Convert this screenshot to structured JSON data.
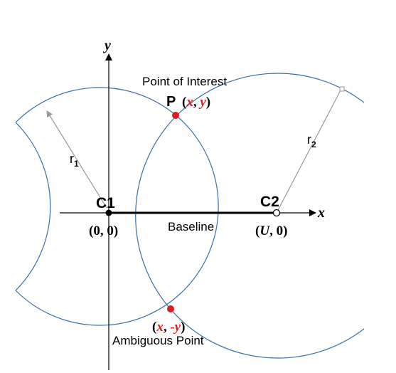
{
  "labels": {
    "y_axis": "y",
    "x_axis": "x",
    "point_of_interest_caption": "Point of Interest",
    "p_label": "P",
    "p_open": "(",
    "p_x": "x",
    "p_comma": ", ",
    "p_y": "y",
    "p_close": ")",
    "r1": "r",
    "r1_sub": "1",
    "r2": "r",
    "r2_sub": "2",
    "c1": "C1",
    "c2": "C2",
    "c1_coords": "(0, 0)",
    "c2_open": "(",
    "c2_u": "U",
    "c2_rest": ", 0)",
    "baseline": "Baseline",
    "amb_open": "(",
    "amb_x": "x",
    "amb_comma": ", ",
    "amb_y": "-y",
    "amb_close": ")",
    "ambiguous_caption": "Ambiguous Point"
  },
  "colors": {
    "circle": "#3a6ea5",
    "point_red": "#d81e1e",
    "axis": "#000000",
    "radius_arrow": "#8c8c8c"
  }
}
